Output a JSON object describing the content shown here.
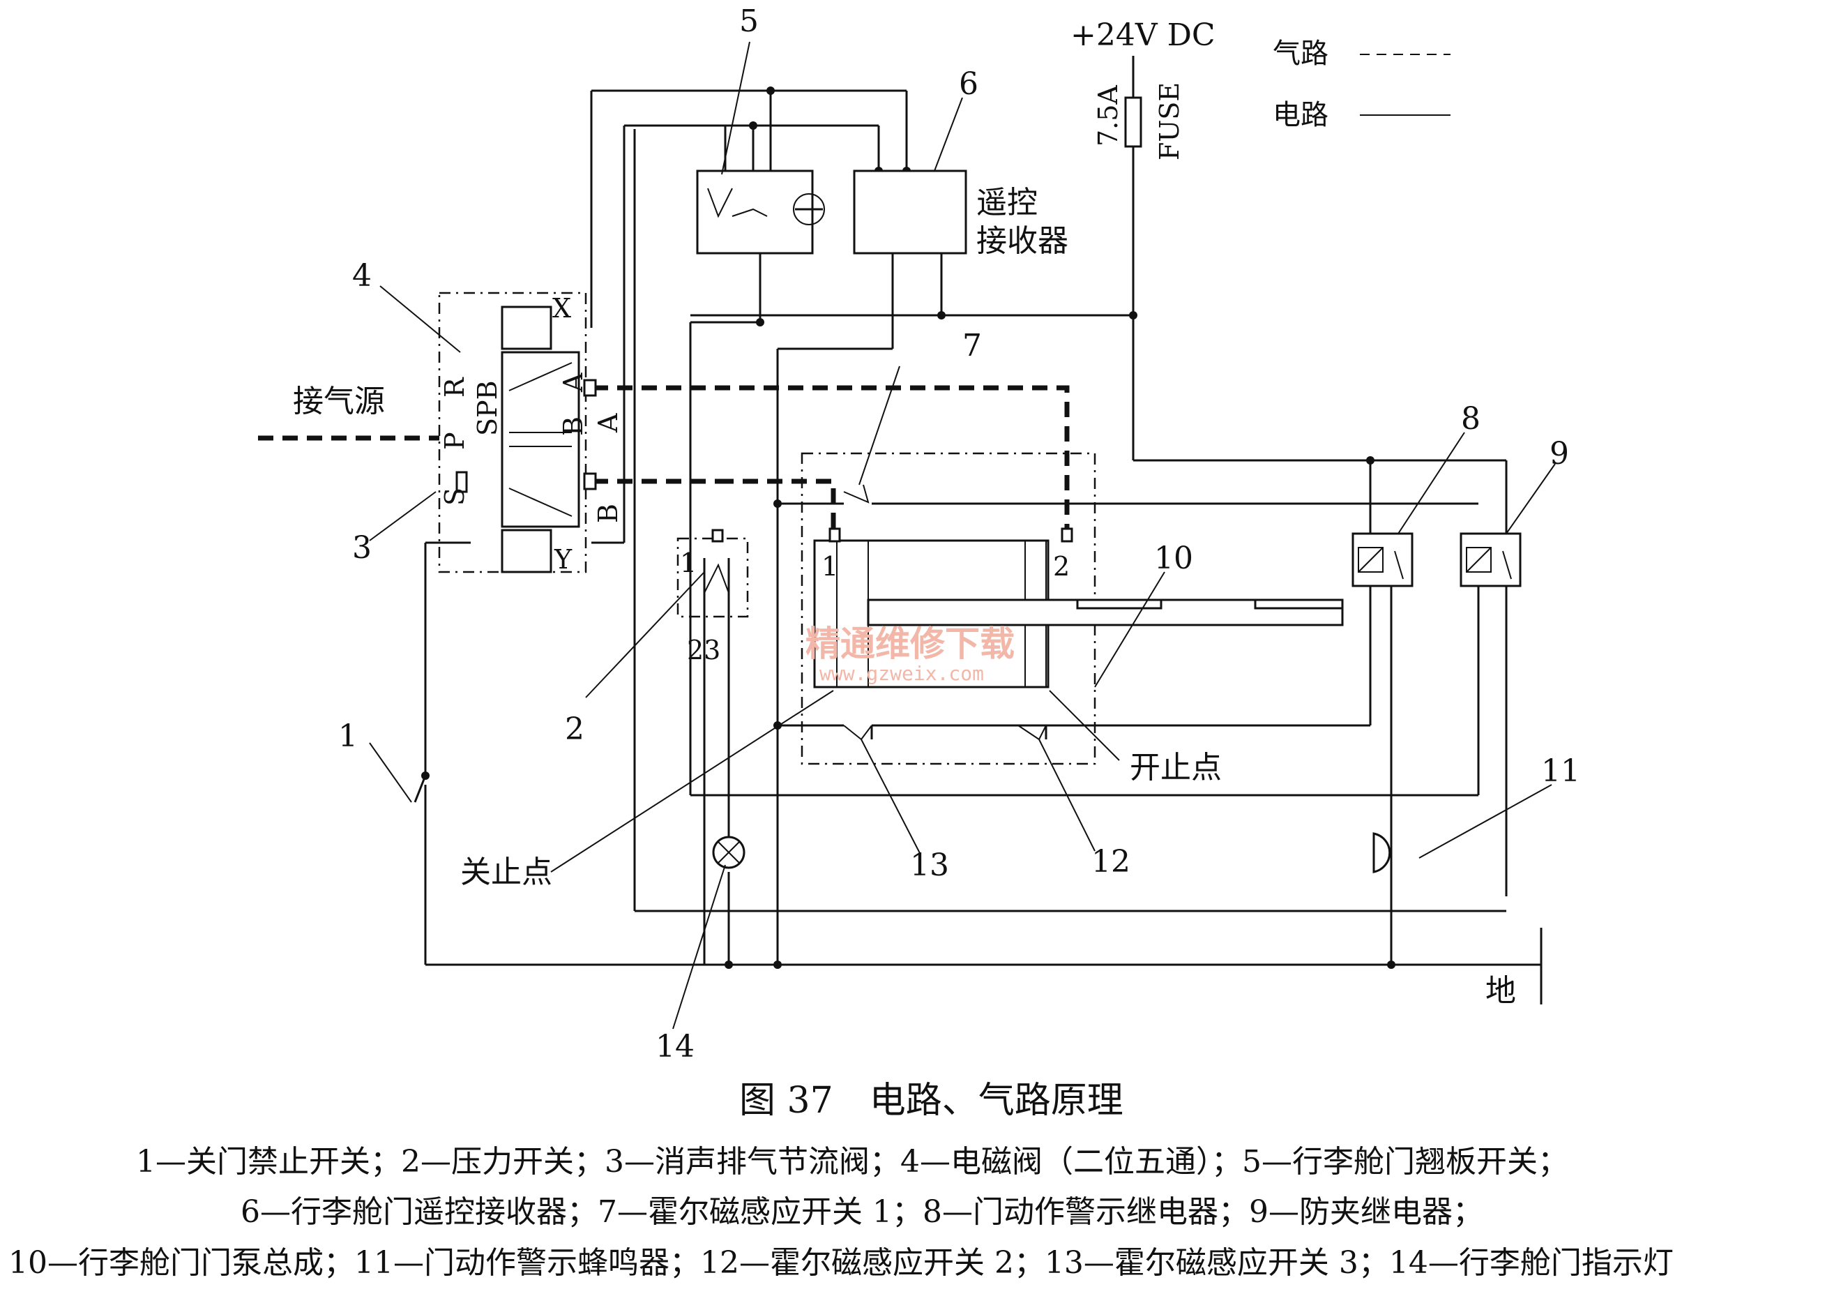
{
  "labels": {
    "power": "+24V DC",
    "fuse_rating": "7.5A",
    "fuse": "FUSE",
    "legend_air": "气路",
    "legend_elec": "电路",
    "receiver": [
      "遥控",
      "接收器"
    ],
    "air_source": "接气源",
    "ground": "地",
    "close_stop": "关止点",
    "open_stop": "开止点",
    "valve_x": "X",
    "valve_y": "Y",
    "valve_r": "R",
    "valve_p": "P",
    "valve_s": "S",
    "valve_spb": "SPB",
    "port_a": "A",
    "port_b": "B",
    "pressure_port_1": "1",
    "pressure_port_23": "23",
    "cyl_port_1": "1",
    "cyl_port_2": "2"
  },
  "callouts": [
    "1",
    "2",
    "3",
    "4",
    "5",
    "6",
    "7",
    "8",
    "9",
    "10",
    "11",
    "12",
    "13",
    "14"
  ],
  "watermark": {
    "cn": "精通维修下载",
    "url": "www.gzweix.com"
  },
  "caption": {
    "title": "图 37　电路、气路原理",
    "lines": [
      "1—关门禁止开关；2—压力开关；3—消声排气节流阀；4—电磁阀（二位五通）；5—行李舱门翘板开关；",
      "6—行李舱门遥控接收器；7—霍尔磁感应开关 1；8—门动作警示继电器；9—防夹继电器；",
      "10—行李舱门门泵总成；11—门动作警示蜂鸣器；12—霍尔磁感应开关 2；13—霍尔磁感应开关 3；14—行李舱门指示灯"
    ]
  }
}
